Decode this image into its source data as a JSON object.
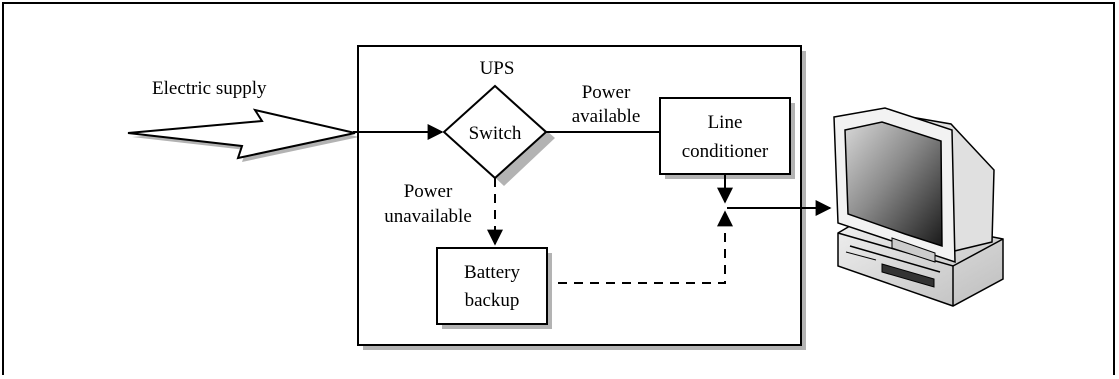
{
  "labels": {
    "electric_supply": "Electric supply",
    "ups": "UPS",
    "switch": "Switch",
    "power_available": [
      "Power",
      "available"
    ],
    "power_unavailable": [
      "Power",
      "unavailable"
    ],
    "line_conditioner": [
      "Line",
      "conditioner"
    ],
    "battery_backup": [
      "Battery",
      "backup"
    ]
  },
  "colors": {
    "line": "#000000",
    "shadow": "#b3b3b3",
    "background": "#ffffff"
  },
  "icons": [
    "lightning-bolt-icon",
    "computer-icon"
  ]
}
